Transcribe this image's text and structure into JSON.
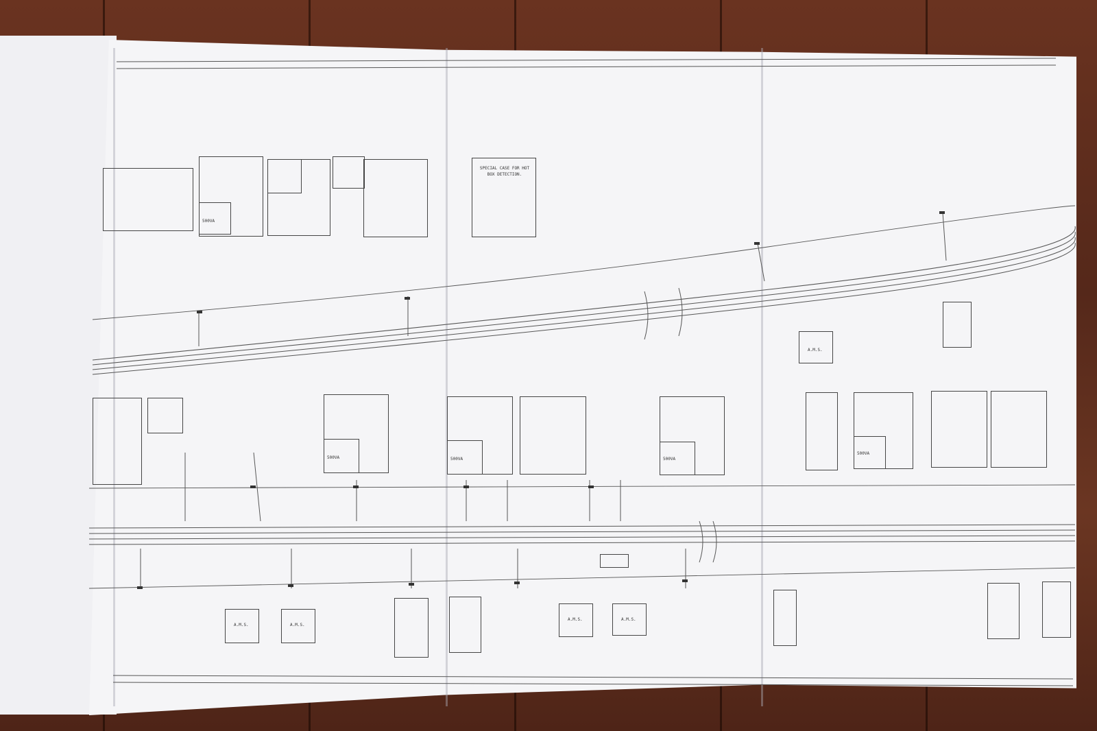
{
  "drawing": {
    "top_boxes": [
      {
        "id": "top-box-1",
        "text": "SPECIAL CASE FOR HOT BOX DETECTION."
      }
    ],
    "bottom_boxes": [
      {
        "id": "bottom-box-1",
        "text": "A.M.S."
      },
      {
        "id": "bottom-box-2",
        "text": "A.M.S."
      },
      {
        "id": "bottom-box-3",
        "text": "A.M.S."
      },
      {
        "id": "bottom-box-4",
        "text": "A.M.S."
      },
      {
        "id": "bottom-box-5",
        "text": "A.M.S."
      }
    ],
    "unit_labels": [
      "500VA",
      "500VA",
      "500VA",
      "500VA",
      "500VA"
    ]
  },
  "colors": {
    "background_wood": "#5a2a1a",
    "paper": "#f5f5f7",
    "ink": "#444444"
  }
}
